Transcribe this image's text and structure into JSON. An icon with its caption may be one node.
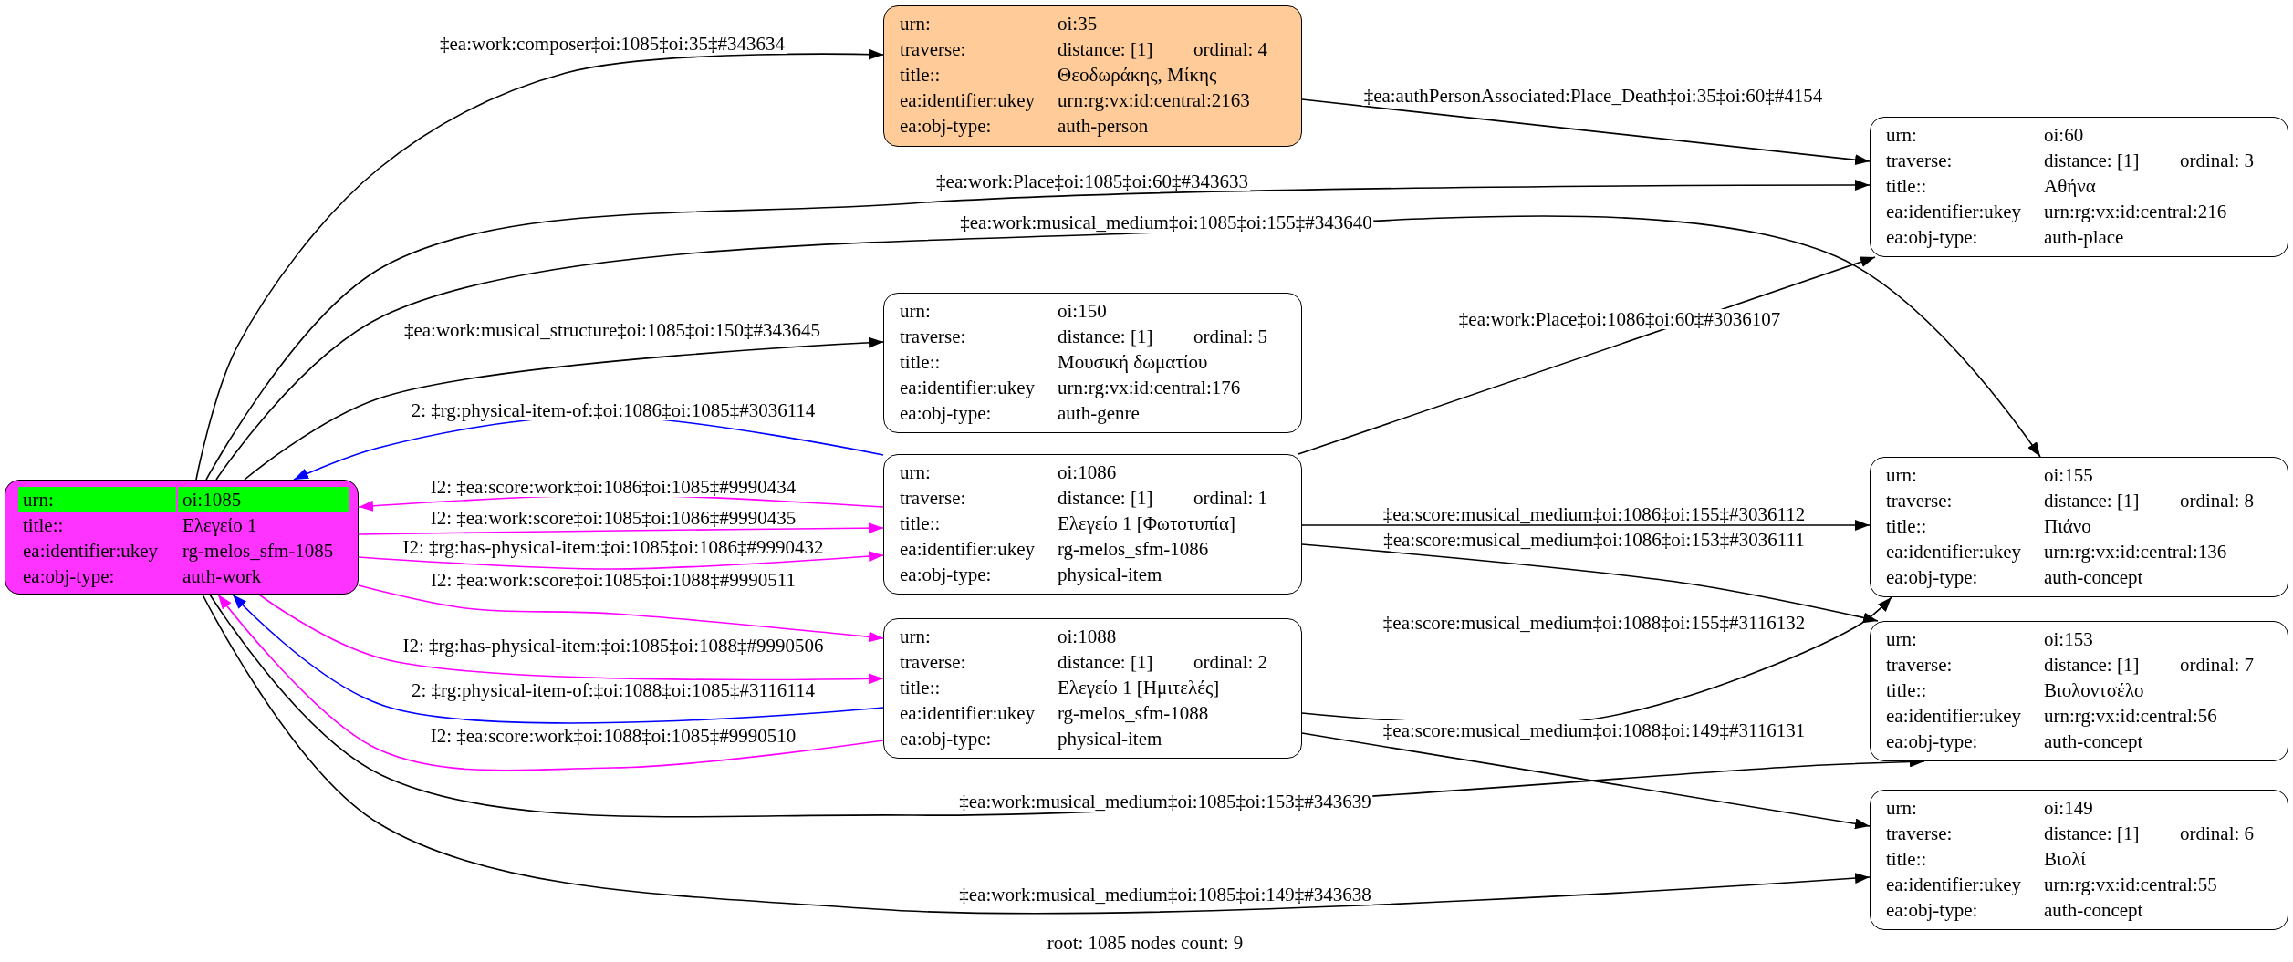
{
  "diagram": {
    "caption": "root: 1085 nodes count: 9",
    "nodes": [
      {
        "text": [
          "urn:",
          "oi:1085",
          "title::",
          "Ελεγείο 1",
          "ea:identifier:ukey",
          "rg-melos_sfm-1085",
          "ea:obj-type:",
          "auth-work"
        ]
      },
      {
        "text": [
          "urn:",
          "oi:35",
          "traverse:",
          "distance: [1]",
          "ordinal: 4",
          "title::",
          "Θεοδωράκης, Μίκης",
          "ea:identifier:ukey",
          "urn:rg:vx:id:central:2163",
          "ea:obj-type:",
          "auth-person"
        ]
      },
      {
        "text": [
          "urn:",
          "oi:150",
          "traverse:",
          "distance: [1]",
          "ordinal: 5",
          "title::",
          "Μουσική δωματίου",
          "ea:identifier:ukey",
          "urn:rg:vx:id:central:176",
          "ea:obj-type:",
          "auth-genre"
        ]
      },
      {
        "text": [
          "urn:",
          "oi:1086",
          "traverse:",
          "distance: [1]",
          "ordinal: 1",
          "title::",
          "Ελεγείο 1 [Φωτοτυπία]",
          "ea:identifier:ukey",
          "rg-melos_sfm-1086",
          "ea:obj-type:",
          "physical-item"
        ]
      },
      {
        "text": [
          "urn:",
          "oi:1088",
          "traverse:",
          "distance: [1]",
          "ordinal: 2",
          "title::",
          "Ελεγείο 1 [Ημιτελές]",
          "ea:identifier:ukey",
          "rg-melos_sfm-1088",
          "ea:obj-type:",
          "physical-item"
        ]
      },
      {
        "text": [
          "urn:",
          "oi:60",
          "traverse:",
          "distance: [1]",
          "ordinal: 3",
          "title::",
          "Αθήνα",
          "ea:identifier:ukey",
          "urn:rg:vx:id:central:216",
          "ea:obj-type:",
          "auth-place"
        ]
      },
      {
        "text": [
          "urn:",
          "oi:155",
          "traverse:",
          "distance: [1]",
          "ordinal: 8",
          "title::",
          "Πιάνο",
          "ea:identifier:ukey",
          "urn:rg:vx:id:central:136",
          "ea:obj-type:",
          "auth-concept"
        ]
      },
      {
        "text": [
          "urn:",
          "oi:153",
          "traverse:",
          "distance: [1]",
          "ordinal: 7",
          "title::",
          "Βιολοντσέλο",
          "ea:identifier:ukey",
          "urn:rg:vx:id:central:56",
          "ea:obj-type:",
          "auth-concept"
        ]
      },
      {
        "text": [
          "urn:",
          "oi:149",
          "traverse:",
          "distance: [1]",
          "ordinal: 6",
          "title::",
          "Βιολί",
          "ea:identifier:ukey",
          "urn:rg:vx:id:central:55",
          "ea:obj-type:",
          "auth-concept"
        ]
      }
    ],
    "edges": [
      {
        "from": 0,
        "to": 1,
        "arrow": "to",
        "label": "‡ea:work:composer‡oi:1085‡oi:35‡#343634"
      },
      {
        "from": 1,
        "to": 5,
        "arrow": "to",
        "label": "‡ea:authPersonAssociated:Place_Death‡oi:35‡oi:60‡#4154"
      },
      {
        "from": 0,
        "to": 5,
        "arrow": "to",
        "label": "‡ea:work:Place‡oi:1085‡oi:60‡#343633"
      },
      {
        "from": 0,
        "to": 6,
        "arrow": "to",
        "label": "‡ea:work:musical_medium‡oi:1085‡oi:155‡#343640"
      },
      {
        "from": 3,
        "to": 5,
        "arrow": "to",
        "label": "‡ea:work:Place‡oi:1086‡oi:60‡#3036107"
      },
      {
        "from": 0,
        "to": 2,
        "arrow": "to",
        "label": "‡ea:work:musical_structure‡oi:1085‡oi:150‡#343645"
      },
      {
        "from": 3,
        "to": 0,
        "arrow": "to",
        "label": "2: ‡rg:physical-item-of:‡oi:1086‡oi:1085‡#3036114",
        "color": "#0000ff"
      },
      {
        "from": 3,
        "to": 0,
        "arrow": "to",
        "label": "I2: ‡ea:score:work‡oi:1086‡oi:1085‡#9990434",
        "color": "#ff00ff"
      },
      {
        "from": 0,
        "to": 3,
        "arrow": "to",
        "label": "I2: ‡ea:work:score‡oi:1085‡oi:1086‡#9990435",
        "color": "#ff00ff"
      },
      {
        "from": 0,
        "to": 3,
        "arrow": "to",
        "label": "I2: ‡rg:has-physical-item:‡oi:1085‡oi:1086‡#9990432",
        "color": "#ff00ff"
      },
      {
        "from": 0,
        "to": 4,
        "arrow": "to",
        "label": "I2: ‡ea:work:score‡oi:1085‡oi:1088‡#9990511",
        "color": "#ff00ff"
      },
      {
        "from": 0,
        "to": 4,
        "arrow": "to",
        "label": "I2: ‡rg:has-physical-item:‡oi:1085‡oi:1088‡#9990506",
        "color": "#ff00ff"
      },
      {
        "from": 4,
        "to": 0,
        "arrow": "to",
        "label": "2: ‡rg:physical-item-of:‡oi:1088‡oi:1085‡#3116114",
        "color": "#0000ff"
      },
      {
        "from": 4,
        "to": 0,
        "arrow": "to",
        "label": "I2: ‡ea:score:work‡oi:1088‡oi:1085‡#9990510",
        "color": "#ff00ff"
      },
      {
        "from": 3,
        "to": 6,
        "arrow": "to",
        "label": "‡ea:score:musical_medium‡oi:1086‡oi:155‡#3036112"
      },
      {
        "from": 3,
        "to": 7,
        "arrow": "to",
        "label": "‡ea:score:musical_medium‡oi:1086‡oi:153‡#3036111"
      },
      {
        "from": 4,
        "to": 6,
        "arrow": "to",
        "label": "‡ea:score:musical_medium‡oi:1088‡oi:155‡#3116132"
      },
      {
        "from": 4,
        "to": 8,
        "arrow": "to",
        "label": "‡ea:score:musical_medium‡oi:1088‡oi:149‡#3116131"
      },
      {
        "from": 0,
        "to": 7,
        "arrow": "to",
        "label": "‡ea:work:musical_medium‡oi:1085‡oi:153‡#343639"
      },
      {
        "from": 0,
        "to": 8,
        "arrow": "to",
        "label": "‡ea:work:musical_medium‡oi:1085‡oi:149‡#343638"
      }
    ]
  }
}
